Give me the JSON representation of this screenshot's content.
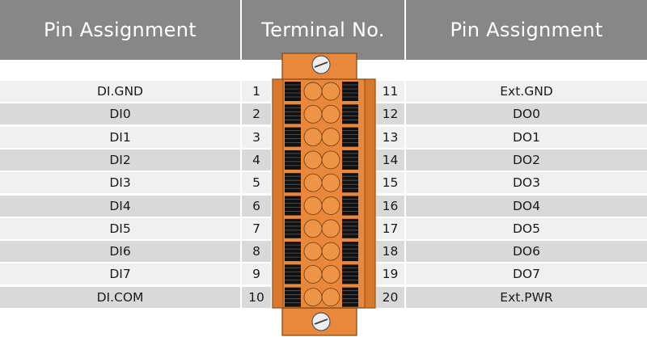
{
  "headers": {
    "left": "Pin Assignment",
    "middle": "Terminal No.",
    "right": "Pin Assignment"
  },
  "colors": {
    "header_bg": "#878787",
    "row_dark": "#d9d9d9",
    "row_light": "#f0f0f0",
    "connector_orange": "#e9883a",
    "connector_outline": "#7a4517"
  },
  "rows": [
    {
      "left_pin": "DI.GND",
      "left_no": "1",
      "right_no": "11",
      "right_pin": "Ext.GND"
    },
    {
      "left_pin": "DI0",
      "left_no": "2",
      "right_no": "12",
      "right_pin": "DO0"
    },
    {
      "left_pin": "DI1",
      "left_no": "3",
      "right_no": "13",
      "right_pin": "DO1"
    },
    {
      "left_pin": "DI2",
      "left_no": "4",
      "right_no": "14",
      "right_pin": "DO2"
    },
    {
      "left_pin": "DI3",
      "left_no": "5",
      "right_no": "15",
      "right_pin": "DO3"
    },
    {
      "left_pin": "DI4",
      "left_no": "6",
      "right_no": "16",
      "right_pin": "DO4"
    },
    {
      "left_pin": "DI5",
      "left_no": "7",
      "right_no": "17",
      "right_pin": "DO5"
    },
    {
      "left_pin": "DI6",
      "left_no": "8",
      "right_no": "18",
      "right_pin": "DO6"
    },
    {
      "left_pin": "DI7",
      "left_no": "9",
      "right_no": "19",
      "right_pin": "DO7"
    },
    {
      "left_pin": "DI.COM",
      "left_no": "10",
      "right_no": "20",
      "right_pin": "Ext.PWR"
    }
  ]
}
